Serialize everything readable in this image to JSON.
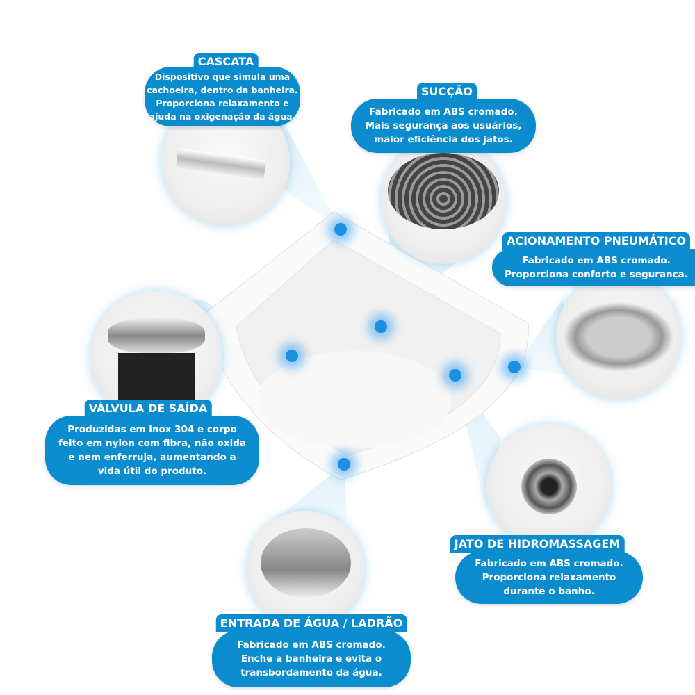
{
  "accent_color": "#0b8cce",
  "callouts": {
    "cascata": {
      "title": "CASCATA",
      "lines": [
        "Dispositivo que simula uma",
        "cachoeira, dentro da banheira.",
        "Proporciona relaxamento e",
        "ajuda na oxigenação da água."
      ]
    },
    "succao": {
      "title": "SUCÇÃO",
      "lines": [
        "Fabricado em ABS cromado.",
        "Mais segurança aos usuários,",
        "maior eficiência dos jatos."
      ]
    },
    "acionamento": {
      "title": "ACIONAMENTO PNEUMÁTICO",
      "lines": [
        "Fabricado em ABS cromado.",
        "Proporciona conforto e segurança."
      ]
    },
    "valvula": {
      "title": "VÁLVULA DE SAÍDA",
      "lines": [
        "Produzidas em inox 304 e corpo",
        "feito em nylon com fibra, não oxida",
        "e nem enferruja, aumentando a",
        "vida útil do produto."
      ]
    },
    "jato": {
      "title": "JATO DE HIDROMASSAGEM",
      "lines": [
        "Fabricado em ABS cromado.",
        "Proporciona relaxamento",
        "durante o banho."
      ]
    },
    "entrada": {
      "title": "ENTRADA DE ÁGUA / LADRÃO",
      "lines": [
        "Fabricado em ABS cromado.",
        "Enche a banheira e evita o",
        "transbordamento da água."
      ]
    }
  }
}
